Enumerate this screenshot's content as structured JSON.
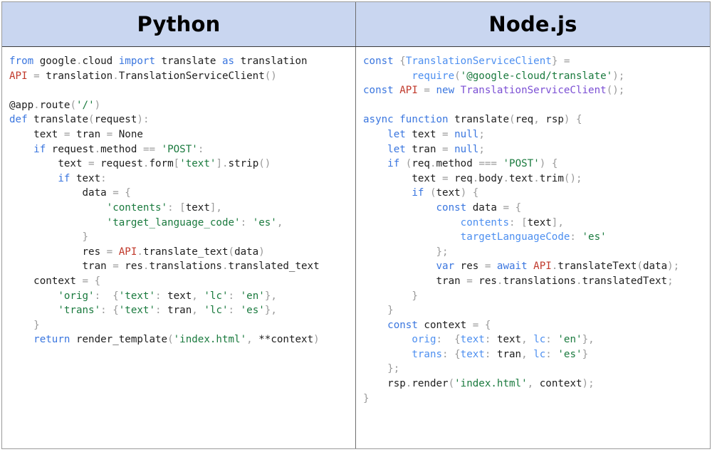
{
  "table": {
    "columns": [
      {
        "id": "python",
        "header": "Python",
        "language": "python",
        "code": "from google.cloud import translate as translation\nAPI = translation.TranslationServiceClient()\n\n@app.route('/')\ndef translate(request):\n    text = tran = None\n    if request.method == 'POST':\n        text = request.form['text'].strip()\n        if text:\n            data = {\n                'contents': [text],\n                'target_language_code': 'es',\n            }\n            res = API.translate_text(data)\n            tran = res.translations.translated_text\n    context = {\n        'orig':  {'text': text, 'lc': 'en'},\n        'trans': {'text': tran, 'lc': 'es'},\n    }\n    return render_template('index.html', **context)"
      },
      {
        "id": "nodejs",
        "header": "Node.js",
        "language": "javascript",
        "code": "const {TranslationServiceClient} =\n        require('@google-cloud/translate');\nconst API = new TranslationServiceClient();\n\nasync function translate(req, rsp) {\n    let text = null;\n    let tran = null;\n    if (req.method === 'POST') {\n        text = req.body.text.trim();\n        if (text) {\n            const data = {\n                contents: [text],\n                targetLanguageCode: 'es'\n            };\n            var res = await API.translateText(data);\n            tran = res.translations.translatedText;\n        }\n    }\n    const context = {\n        orig:  {text: text, lc: 'en'},\n        trans: {text: tran, lc: 'es'}\n    };\n    rsp.render('index.html', context);\n}"
      }
    ]
  },
  "colors": {
    "header_background": "#c9d6f0",
    "header_text": "#000000",
    "border": "#6e6e6e",
    "outer_border": "#9a9a9a",
    "keyword": "#3a76df",
    "string": "#1a7a3e",
    "special_name": "#c0392b",
    "class_name": "#7b4fd4",
    "property": "#4d8ff0",
    "punctuation": "#9a9a9a",
    "plain_text": "#202020",
    "background": "#ffffff"
  },
  "highlight": {
    "python_lines": [
      [
        [
          "kw",
          "from"
        ],
        [
          "pl",
          " google"
        ],
        [
          "dot",
          "."
        ],
        [
          "pl",
          "cloud "
        ],
        [
          "kw",
          "import"
        ],
        [
          "pl",
          " translate "
        ],
        [
          "kw",
          "as"
        ],
        [
          "pl",
          " translation"
        ]
      ],
      [
        [
          "nm",
          "API"
        ],
        [
          "op",
          " = "
        ],
        [
          "pl",
          "translation"
        ],
        [
          "dot",
          "."
        ],
        [
          "pl",
          "TranslationServiceClient"
        ],
        [
          "pun",
          "()"
        ]
      ],
      [],
      [
        [
          "pl",
          "@app"
        ],
        [
          "dot",
          "."
        ],
        [
          "pl",
          "route"
        ],
        [
          "pun",
          "("
        ],
        [
          "str",
          "'/'"
        ],
        [
          "pun",
          ")"
        ]
      ],
      [
        [
          "kw",
          "def"
        ],
        [
          "pl",
          " translate"
        ],
        [
          "pun",
          "("
        ],
        [
          "pl",
          "request"
        ],
        [
          "pun",
          ")"
        ],
        [
          "pun",
          ":"
        ]
      ],
      [
        [
          "pl",
          "    text"
        ],
        [
          "op",
          " = "
        ],
        [
          "pl",
          "tran"
        ],
        [
          "op",
          " = "
        ],
        [
          "pl",
          "None"
        ]
      ],
      [
        [
          "kw",
          "    if"
        ],
        [
          "pl",
          " request"
        ],
        [
          "dot",
          "."
        ],
        [
          "pl",
          "method "
        ],
        [
          "op",
          "== "
        ],
        [
          "str",
          "'POST'"
        ],
        [
          "pun",
          ":"
        ]
      ],
      [
        [
          "pl",
          "        text"
        ],
        [
          "op",
          " = "
        ],
        [
          "pl",
          "request"
        ],
        [
          "dot",
          "."
        ],
        [
          "pl",
          "form"
        ],
        [
          "pun",
          "["
        ],
        [
          "str",
          "'text'"
        ],
        [
          "pun",
          "]"
        ],
        [
          "dot",
          "."
        ],
        [
          "pl",
          "strip"
        ],
        [
          "pun",
          "()"
        ]
      ],
      [
        [
          "kw",
          "        if"
        ],
        [
          "pl",
          " text"
        ],
        [
          "pun",
          ":"
        ]
      ],
      [
        [
          "pl",
          "            data"
        ],
        [
          "op",
          " = "
        ],
        [
          "pun",
          "{"
        ]
      ],
      [
        [
          "str",
          "                'contents'"
        ],
        [
          "pun",
          ": ["
        ],
        [
          "pl",
          "text"
        ],
        [
          "pun",
          "],"
        ]
      ],
      [
        [
          "str",
          "                'target_language_code'"
        ],
        [
          "pun",
          ": "
        ],
        [
          "str",
          "'es'"
        ],
        [
          "pun",
          ","
        ]
      ],
      [
        [
          "pun",
          "            }"
        ]
      ],
      [
        [
          "pl",
          "            res"
        ],
        [
          "op",
          " = "
        ],
        [
          "nm",
          "API"
        ],
        [
          "dot",
          "."
        ],
        [
          "pl",
          "translate_text"
        ],
        [
          "pun",
          "("
        ],
        [
          "pl",
          "data"
        ],
        [
          "pun",
          ")"
        ]
      ],
      [
        [
          "pl",
          "            tran"
        ],
        [
          "op",
          " = "
        ],
        [
          "pl",
          "res"
        ],
        [
          "dot",
          "."
        ],
        [
          "pl",
          "translations"
        ],
        [
          "dot",
          "."
        ],
        [
          "pl",
          "translated_text"
        ]
      ],
      [
        [
          "pl",
          "    context"
        ],
        [
          "op",
          " = "
        ],
        [
          "pun",
          "{"
        ]
      ],
      [
        [
          "str",
          "        'orig'"
        ],
        [
          "pun",
          ":  {"
        ],
        [
          "str",
          "'text'"
        ],
        [
          "pun",
          ": "
        ],
        [
          "pl",
          "text"
        ],
        [
          "pun",
          ", "
        ],
        [
          "str",
          "'lc'"
        ],
        [
          "pun",
          ": "
        ],
        [
          "str",
          "'en'"
        ],
        [
          "pun",
          "},"
        ]
      ],
      [
        [
          "str",
          "        'trans'"
        ],
        [
          "pun",
          ": {"
        ],
        [
          "str",
          "'text'"
        ],
        [
          "pun",
          ": "
        ],
        [
          "pl",
          "tran"
        ],
        [
          "pun",
          ", "
        ],
        [
          "str",
          "'lc'"
        ],
        [
          "pun",
          ": "
        ],
        [
          "str",
          "'es'"
        ],
        [
          "pun",
          "},"
        ]
      ],
      [
        [
          "pun",
          "    }"
        ]
      ],
      [
        [
          "kw",
          "    return"
        ],
        [
          "pl",
          " render_template"
        ],
        [
          "pun",
          "("
        ],
        [
          "str",
          "'index.html'"
        ],
        [
          "pun",
          ", "
        ],
        [
          "pl",
          "**context"
        ],
        [
          "pun",
          ")"
        ]
      ]
    ],
    "nodejs_lines": [
      [
        [
          "kw",
          "const"
        ],
        [
          "pun",
          " {"
        ],
        [
          "prop",
          "TranslationServiceClient"
        ],
        [
          "pun",
          "}"
        ],
        [
          "op",
          " ="
        ]
      ],
      [
        [
          "prop",
          "        require"
        ],
        [
          "pun",
          "("
        ],
        [
          "str",
          "'@google-cloud/translate'"
        ],
        [
          "pun",
          ");"
        ]
      ],
      [
        [
          "kw",
          "const"
        ],
        [
          "nm",
          " API"
        ],
        [
          "op",
          " = "
        ],
        [
          "kw",
          "new"
        ],
        [
          "cls",
          " TranslationServiceClient"
        ],
        [
          "pun",
          "();"
        ]
      ],
      [],
      [
        [
          "kw",
          "async function"
        ],
        [
          "pl",
          " translate"
        ],
        [
          "pun",
          "("
        ],
        [
          "pl",
          "req"
        ],
        [
          "pun",
          ", "
        ],
        [
          "pl",
          "rsp"
        ],
        [
          "pun",
          ") {"
        ]
      ],
      [
        [
          "kw",
          "    let"
        ],
        [
          "pl",
          " text"
        ],
        [
          "op",
          " = "
        ],
        [
          "kw",
          "null"
        ],
        [
          "pun",
          ";"
        ]
      ],
      [
        [
          "kw",
          "    let"
        ],
        [
          "pl",
          " tran"
        ],
        [
          "op",
          " = "
        ],
        [
          "kw",
          "null"
        ],
        [
          "pun",
          ";"
        ]
      ],
      [
        [
          "kw",
          "    if"
        ],
        [
          "pun",
          " ("
        ],
        [
          "pl",
          "req"
        ],
        [
          "dot",
          "."
        ],
        [
          "pl",
          "method "
        ],
        [
          "op",
          "=== "
        ],
        [
          "str",
          "'POST'"
        ],
        [
          "pun",
          ") {"
        ]
      ],
      [
        [
          "pl",
          "        text"
        ],
        [
          "op",
          " = "
        ],
        [
          "pl",
          "req"
        ],
        [
          "dot",
          "."
        ],
        [
          "pl",
          "body"
        ],
        [
          "dot",
          "."
        ],
        [
          "pl",
          "text"
        ],
        [
          "dot",
          "."
        ],
        [
          "pl",
          "trim"
        ],
        [
          "pun",
          "();"
        ]
      ],
      [
        [
          "kw",
          "        if"
        ],
        [
          "pun",
          " ("
        ],
        [
          "pl",
          "text"
        ],
        [
          "pun",
          ") {"
        ]
      ],
      [
        [
          "kw",
          "            const"
        ],
        [
          "pl",
          " data"
        ],
        [
          "op",
          " = "
        ],
        [
          "pun",
          "{"
        ]
      ],
      [
        [
          "prop",
          "                contents"
        ],
        [
          "pun",
          ": ["
        ],
        [
          "pl",
          "text"
        ],
        [
          "pun",
          "],"
        ]
      ],
      [
        [
          "prop",
          "                targetLanguageCode"
        ],
        [
          "pun",
          ": "
        ],
        [
          "str",
          "'es'"
        ]
      ],
      [
        [
          "pun",
          "            };"
        ]
      ],
      [
        [
          "kw",
          "            var"
        ],
        [
          "pl",
          " res"
        ],
        [
          "op",
          " = "
        ],
        [
          "kw",
          "await"
        ],
        [
          "nm",
          " API"
        ],
        [
          "dot",
          "."
        ],
        [
          "pl",
          "translateText"
        ],
        [
          "pun",
          "("
        ],
        [
          "pl",
          "data"
        ],
        [
          "pun",
          ");"
        ]
      ],
      [
        [
          "pl",
          "            tran"
        ],
        [
          "op",
          " = "
        ],
        [
          "pl",
          "res"
        ],
        [
          "dot",
          "."
        ],
        [
          "pl",
          "translations"
        ],
        [
          "dot",
          "."
        ],
        [
          "pl",
          "translatedText"
        ],
        [
          "pun",
          ";"
        ]
      ],
      [
        [
          "pun",
          "        }"
        ]
      ],
      [
        [
          "pun",
          "    }"
        ]
      ],
      [
        [
          "kw",
          "    const"
        ],
        [
          "pl",
          " context"
        ],
        [
          "op",
          " = "
        ],
        [
          "pun",
          "{"
        ]
      ],
      [
        [
          "prop",
          "        orig"
        ],
        [
          "pun",
          ":  {"
        ],
        [
          "prop",
          "text"
        ],
        [
          "pun",
          ": "
        ],
        [
          "pl",
          "text"
        ],
        [
          "pun",
          ", "
        ],
        [
          "prop",
          "lc"
        ],
        [
          "pun",
          ": "
        ],
        [
          "str",
          "'en'"
        ],
        [
          "pun",
          "},"
        ]
      ],
      [
        [
          "prop",
          "        trans"
        ],
        [
          "pun",
          ": {"
        ],
        [
          "prop",
          "text"
        ],
        [
          "pun",
          ": "
        ],
        [
          "pl",
          "tran"
        ],
        [
          "pun",
          ", "
        ],
        [
          "prop",
          "lc"
        ],
        [
          "pun",
          ": "
        ],
        [
          "str",
          "'es'"
        ],
        [
          "pun",
          "}"
        ]
      ],
      [
        [
          "pun",
          "    };"
        ]
      ],
      [
        [
          "pl",
          "    rsp"
        ],
        [
          "dot",
          "."
        ],
        [
          "pl",
          "render"
        ],
        [
          "pun",
          "("
        ],
        [
          "str",
          "'index.html'"
        ],
        [
          "pun",
          ", "
        ],
        [
          "pl",
          "context"
        ],
        [
          "pun",
          ");"
        ]
      ],
      [
        [
          "pun",
          "}"
        ]
      ]
    ]
  }
}
